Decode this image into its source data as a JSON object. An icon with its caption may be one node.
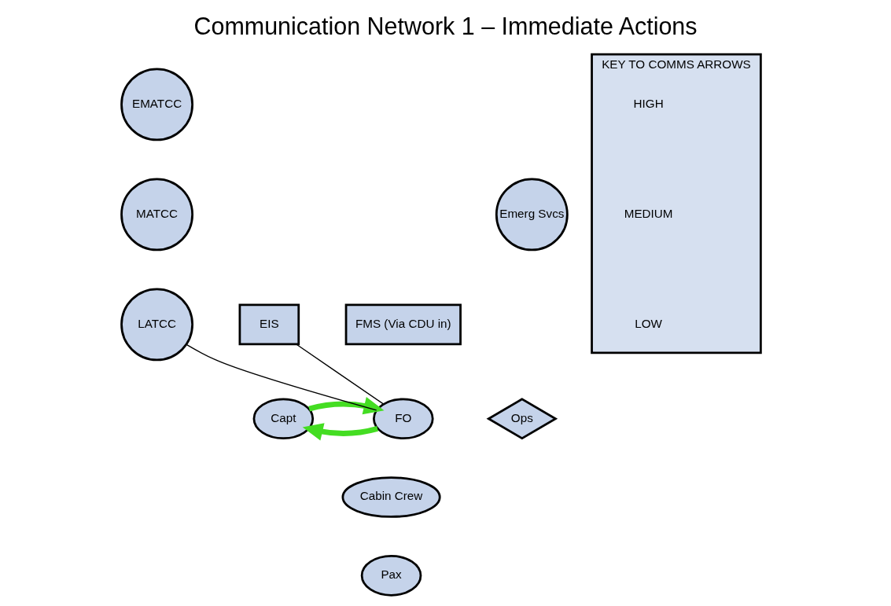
{
  "diagram": {
    "title": "Communication Network 1 – Immediate Actions",
    "nodes": [
      {
        "text": [
          "EMATCC"
        ]
      },
      {
        "text": [
          "MATCC"
        ]
      },
      {
        "text": [
          "Emerg Svcs"
        ]
      },
      {
        "text": [
          "LATCC"
        ]
      },
      {
        "text": [
          "EIS"
        ]
      },
      {
        "text": [
          "FMS (Via CDU in)"
        ]
      },
      {
        "text": [
          "Ops"
        ]
      },
      {
        "text": [
          "Capt"
        ]
      },
      {
        "text": [
          "FO"
        ]
      },
      {
        "text": [
          "Cabin Crew"
        ]
      },
      {
        "text": [
          "Pax"
        ]
      },
      {
        "text": [
          "KEY TO COMMS ARROWS"
        ]
      }
    ],
    "edges": [
      {
        "from": 4,
        "to": 8,
        "arrow": "none"
      },
      {
        "from": 8,
        "to": 7,
        "arrow": "to",
        "style": "thick",
        "color": "#44dd22"
      },
      {
        "from": 7,
        "to": 8,
        "arrow": "to",
        "style": "thick",
        "color": "#44dd22"
      },
      {
        "from": 8,
        "to": 3,
        "arrow": "none"
      }
    ],
    "legend": [
      {
        "text": "HIGH"
      },
      {
        "text": "MEDIUM"
      },
      {
        "text": "LOW"
      }
    ]
  }
}
